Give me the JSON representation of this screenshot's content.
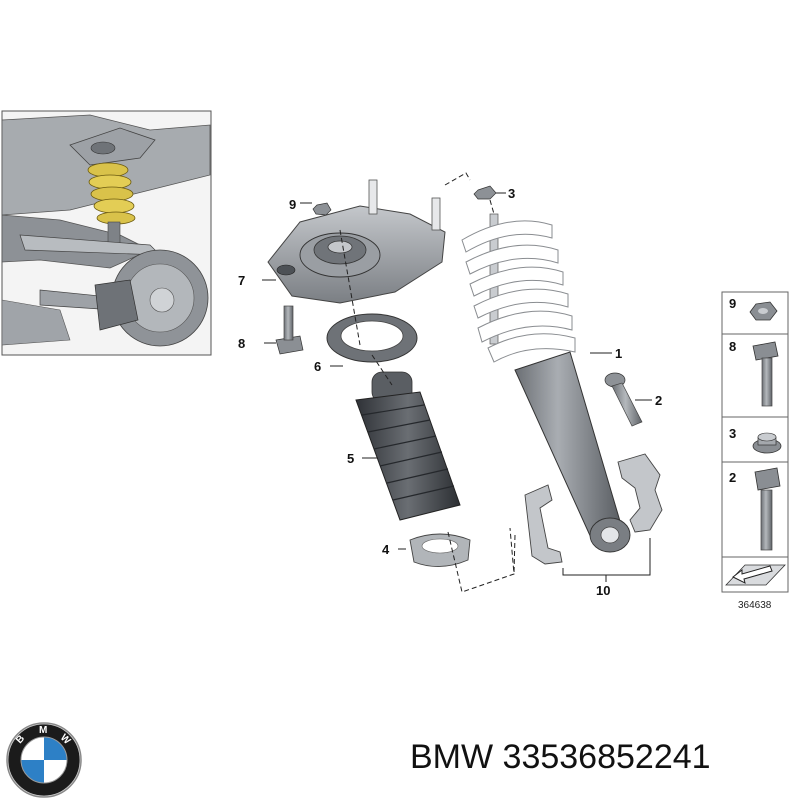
{
  "callouts": {
    "c1": "1",
    "c2": "2",
    "c3": "3",
    "c4": "4",
    "c5": "5",
    "c6": "6",
    "c7": "7",
    "c8": "8",
    "c9": "9",
    "c10": "10"
  },
  "side_panel": {
    "rows": [
      "9",
      "8",
      "3",
      "2"
    ],
    "diagram_code": "364638"
  },
  "caption": {
    "brand": "BMW",
    "part_number": "33536852241"
  },
  "logo": {
    "text": "BMW"
  },
  "colors": {
    "metal_dark": "#5a5d61",
    "metal_mid": "#8c9095",
    "metal_light": "#c9cccf",
    "spring": "#f2f2f2",
    "boot": "#3f4348",
    "bmw_blue": "#2d80c6"
  }
}
